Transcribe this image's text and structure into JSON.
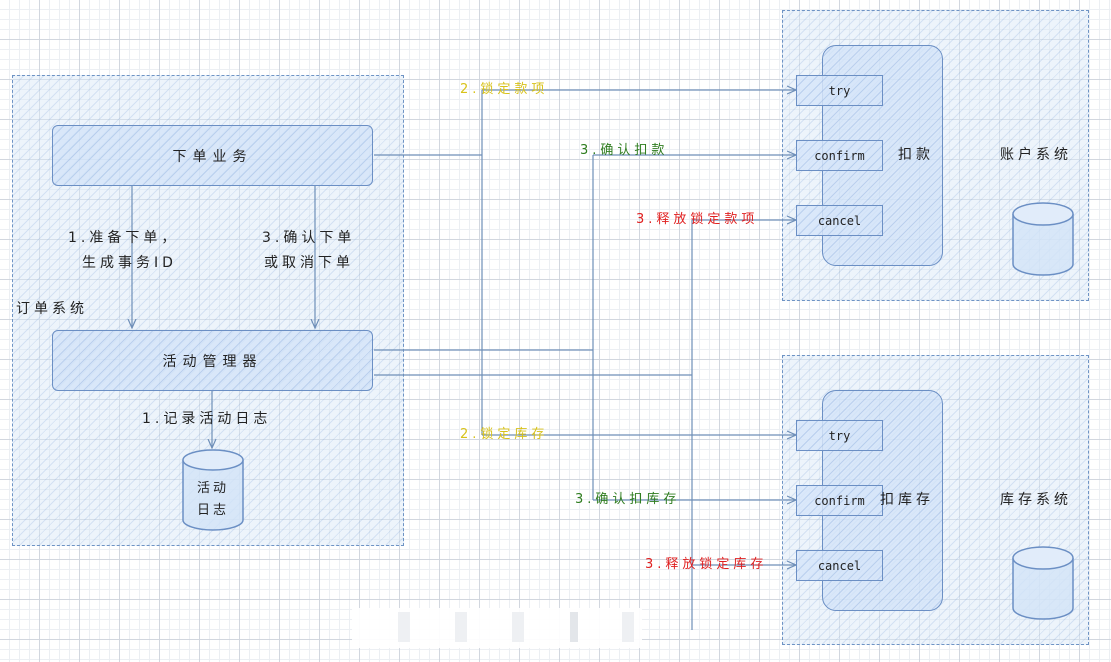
{
  "colors": {
    "border": "#6b8fc4",
    "line": "#6f8fb8",
    "yellow": "#d8c21a",
    "green": "#2f7d1f",
    "red": "#e02020"
  },
  "order_system": {
    "label": "订单系统",
    "order_business": "下单业务",
    "activity_manager": "活动管理器",
    "step_prepare_line1": "1.准备下单，",
    "step_prepare_line2": "生成事务ID",
    "step_confirm_line1": "3.确认下单",
    "step_confirm_line2": "或取消下单",
    "step_log": "1.记录活动日志",
    "log_db_line1": "活动",
    "log_db_line2": "日志"
  },
  "account_system": {
    "label": "账户系统",
    "service_label": "扣款",
    "try_label": "try",
    "confirm_label": "confirm",
    "cancel_label": "cancel"
  },
  "inventory_system": {
    "label": "库存系统",
    "service_label": "扣库存",
    "try_label": "try",
    "confirm_label": "confirm",
    "cancel_label": "cancel"
  },
  "flows": {
    "lock_funds": "2.锁定款项",
    "confirm_deduct": "3.确认扣款",
    "release_funds": "3.释放锁定款项",
    "lock_inventory": "2.锁定库存",
    "confirm_inventory": "3.确认扣库存",
    "release_inventory": "3.释放锁定库存"
  }
}
